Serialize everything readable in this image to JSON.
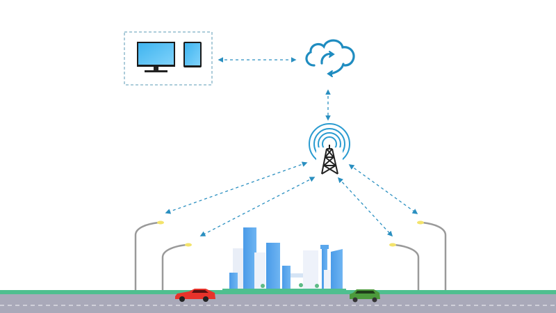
{
  "diagram": {
    "nodes": [
      {
        "id": "devices",
        "icons": [
          "monitor-icon",
          "tablet-icon"
        ]
      },
      {
        "id": "cloud",
        "icon": "cloud-sync-icon"
      },
      {
        "id": "tower",
        "icon": "cell-tower-icon"
      },
      {
        "id": "street-lamps",
        "count": 4
      },
      {
        "id": "city",
        "icon": "city-skyline"
      },
      {
        "id": "cars",
        "count": 2
      }
    ],
    "links": [
      {
        "from": "devices",
        "to": "cloud",
        "style": "dashed-bidirectional"
      },
      {
        "from": "cloud",
        "to": "tower",
        "style": "dashed-bidirectional"
      },
      {
        "from": "tower",
        "to": "street-lamps",
        "style": "dashed-bidirectional"
      }
    ]
  },
  "colors": {
    "accent": "#2a8fc0",
    "road": "#a9a9b9",
    "grass": "#4fbf8f",
    "red_car": "#e8332b",
    "green_car": "#4c9a3c"
  }
}
